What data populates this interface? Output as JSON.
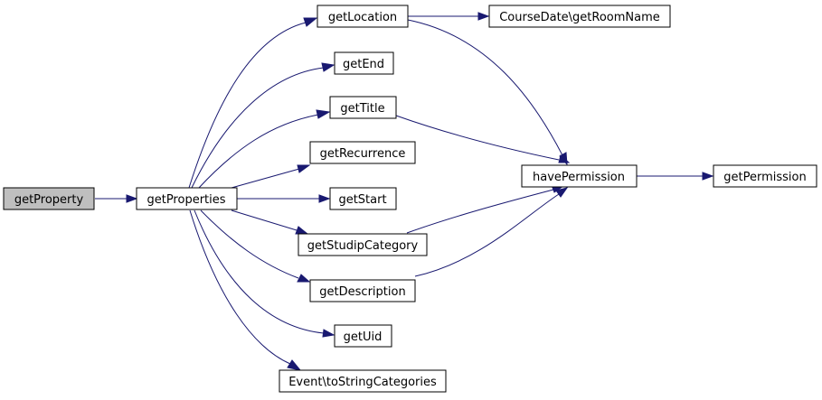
{
  "colors": {
    "edge": "#191970",
    "node_fill": "#ffffff",
    "root_fill": "#bfbfbf",
    "node_border": "#000000"
  },
  "nodes": {
    "getProperty": "getProperty",
    "getProperties": "getProperties",
    "getLocation": "getLocation",
    "getRoomName": "CourseDate\\getRoomName",
    "getEnd": "getEnd",
    "getTitle": "getTitle",
    "getRecurrence": "getRecurrence",
    "havePermission": "havePermission",
    "getPermission": "getPermission",
    "getStart": "getStart",
    "getStudipCategory": "getStudipCategory",
    "getDescription": "getDescription",
    "getUid": "getUid",
    "toStringCategories": "Event\\toStringCategories"
  },
  "edges": [
    [
      "getProperty",
      "getProperties"
    ],
    [
      "getProperties",
      "getLocation"
    ],
    [
      "getProperties",
      "getEnd"
    ],
    [
      "getProperties",
      "getTitle"
    ],
    [
      "getProperties",
      "getRecurrence"
    ],
    [
      "getProperties",
      "getStart"
    ],
    [
      "getProperties",
      "getStudipCategory"
    ],
    [
      "getProperties",
      "getDescription"
    ],
    [
      "getProperties",
      "getUid"
    ],
    [
      "getProperties",
      "toStringCategories"
    ],
    [
      "getLocation",
      "getRoomName"
    ],
    [
      "getLocation",
      "havePermission"
    ],
    [
      "getTitle",
      "havePermission"
    ],
    [
      "getStudipCategory",
      "havePermission"
    ],
    [
      "getDescription",
      "havePermission"
    ],
    [
      "havePermission",
      "getPermission"
    ]
  ]
}
